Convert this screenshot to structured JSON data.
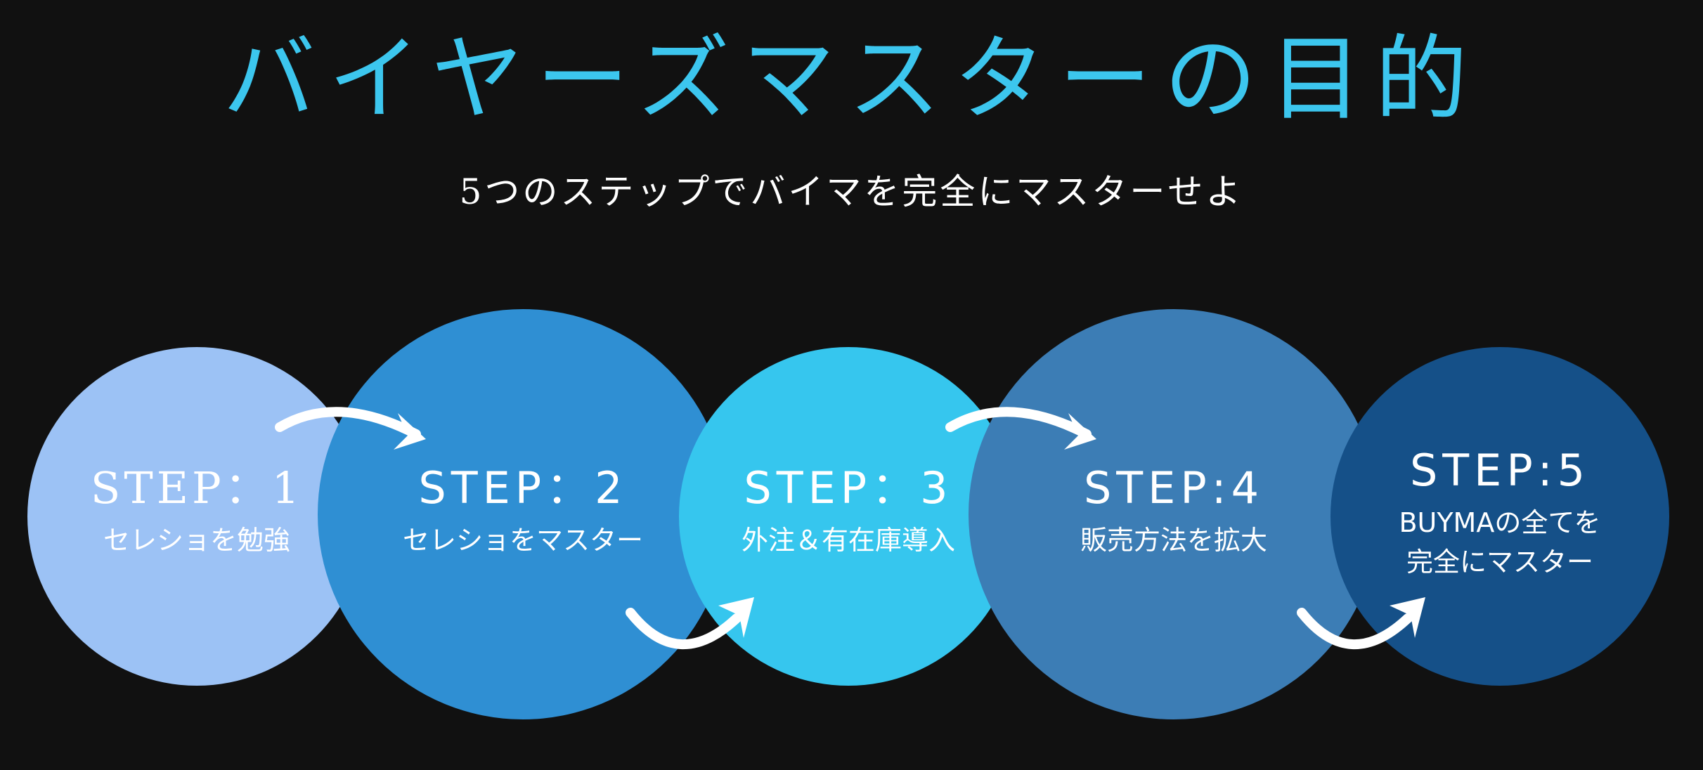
{
  "title": "バイヤーズマスターの目的",
  "subtitle": "5つのステップでバイマを完全にマスターせよ",
  "colors": {
    "background": "#111111",
    "title": "#3cc6ee",
    "step1": "#9cc2f5",
    "step2": "#2f8fd3",
    "step3": "#36c6ee",
    "step4": "#3c7db5",
    "step5": "#155088",
    "text": "#ffffff",
    "arrow": "#ffffff"
  },
  "steps": [
    {
      "title": "STEP：1",
      "desc": "セレショを勉強"
    },
    {
      "title": "STEP：2",
      "desc": "セレショをマスター"
    },
    {
      "title": "STEP：3",
      "desc": "外注＆有在庫導入"
    },
    {
      "title": "STEP:4",
      "desc": "販売方法を拡大"
    },
    {
      "title": "STEP:5",
      "desc": [
        "BUYMAの全てを",
        "完全にマスター"
      ]
    }
  ],
  "arrows": [
    {
      "icon": "curved-arrow-right-icon",
      "from": "STEP：1",
      "to": "STEP：2"
    },
    {
      "icon": "curved-arrow-up-right-icon",
      "from": "STEP：2",
      "to": "STEP：3"
    },
    {
      "icon": "curved-arrow-right-icon",
      "from": "STEP：3",
      "to": "STEP:4"
    },
    {
      "icon": "curved-arrow-up-right-icon",
      "from": "STEP:4",
      "to": "STEP:5"
    }
  ]
}
